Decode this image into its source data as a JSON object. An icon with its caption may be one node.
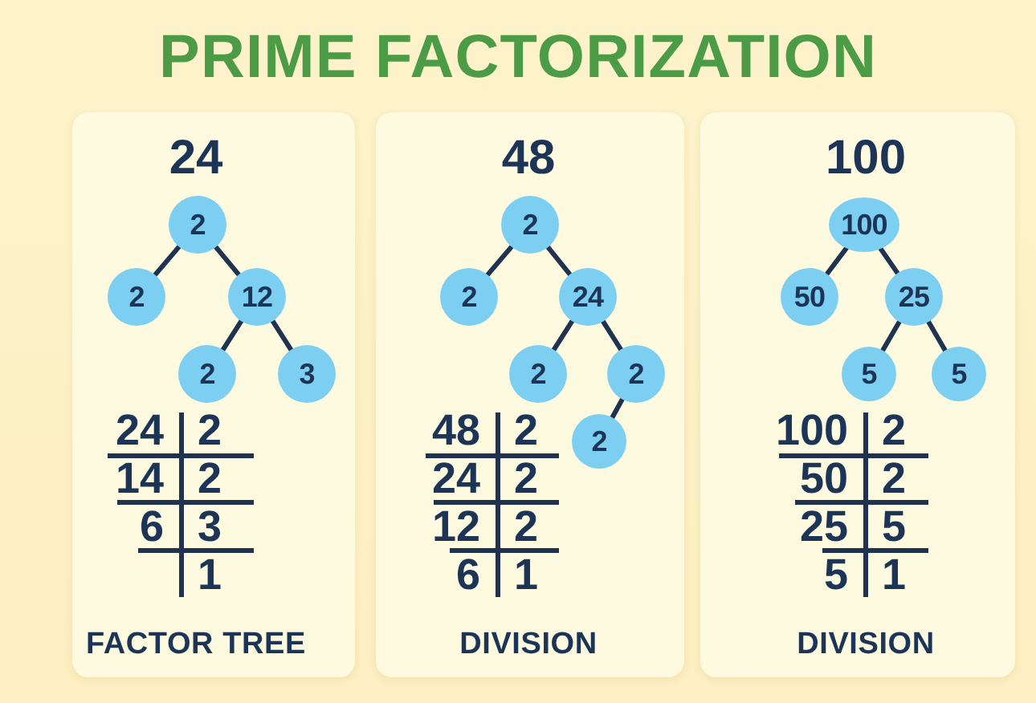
{
  "diagram": {
    "title": "PRIME FACTORIZATION",
    "nodes": [
      {
        "text": [
          "24",
          "FACTOR TREE"
        ]
      },
      {
        "text": [
          "2"
        ],
        "in": 0
      },
      {
        "text": [
          "2"
        ],
        "in": 0
      },
      {
        "text": [
          "12"
        ],
        "in": 0
      },
      {
        "text": [
          "2"
        ],
        "in": 0
      },
      {
        "text": [
          "3"
        ],
        "in": 0
      },
      {
        "text": [
          "48",
          "DIVISION"
        ]
      },
      {
        "text": [
          "2"
        ],
        "in": 6
      },
      {
        "text": [
          "2"
        ],
        "in": 6
      },
      {
        "text": [
          "24"
        ],
        "in": 6
      },
      {
        "text": [
          "2"
        ],
        "in": 6
      },
      {
        "text": [
          "2"
        ],
        "in": 6
      },
      {
        "text": [
          "2"
        ],
        "in": 6
      },
      {
        "text": [
          "100",
          "DIVISION"
        ]
      },
      {
        "text": [
          "100"
        ],
        "in": 13
      },
      {
        "text": [
          "50"
        ],
        "in": 13
      },
      {
        "text": [
          "25"
        ],
        "in": 13
      },
      {
        "text": [
          "5"
        ],
        "in": 13
      },
      {
        "text": [
          "5"
        ],
        "in": 13
      }
    ],
    "edges": [
      {
        "from": 1,
        "to": 2,
        "arrow": "none"
      },
      {
        "from": 1,
        "to": 3,
        "arrow": "none"
      },
      {
        "from": 3,
        "to": 4,
        "arrow": "none"
      },
      {
        "from": 3,
        "to": 5,
        "arrow": "none"
      },
      {
        "from": 7,
        "to": 8,
        "arrow": "none"
      },
      {
        "from": 7,
        "to": 9,
        "arrow": "none"
      },
      {
        "from": 9,
        "to": 10,
        "arrow": "none"
      },
      {
        "from": 9,
        "to": 11,
        "arrow": "none"
      },
      {
        "from": 11,
        "to": 12,
        "arrow": "none"
      },
      {
        "from": 14,
        "to": 15,
        "arrow": "none"
      },
      {
        "from": 14,
        "to": 16,
        "arrow": "none"
      },
      {
        "from": 16,
        "to": 17,
        "arrow": "none"
      },
      {
        "from": 16,
        "to": 18,
        "arrow": "none"
      }
    ],
    "labels": [
      "24",
      "2",
      "14",
      "2",
      "6",
      "3",
      "1",
      "48",
      "2",
      "24",
      "2",
      "12",
      "2",
      "6",
      "1",
      "100",
      "2",
      "50",
      "2",
      "25",
      "5",
      "5",
      "1"
    ]
  }
}
